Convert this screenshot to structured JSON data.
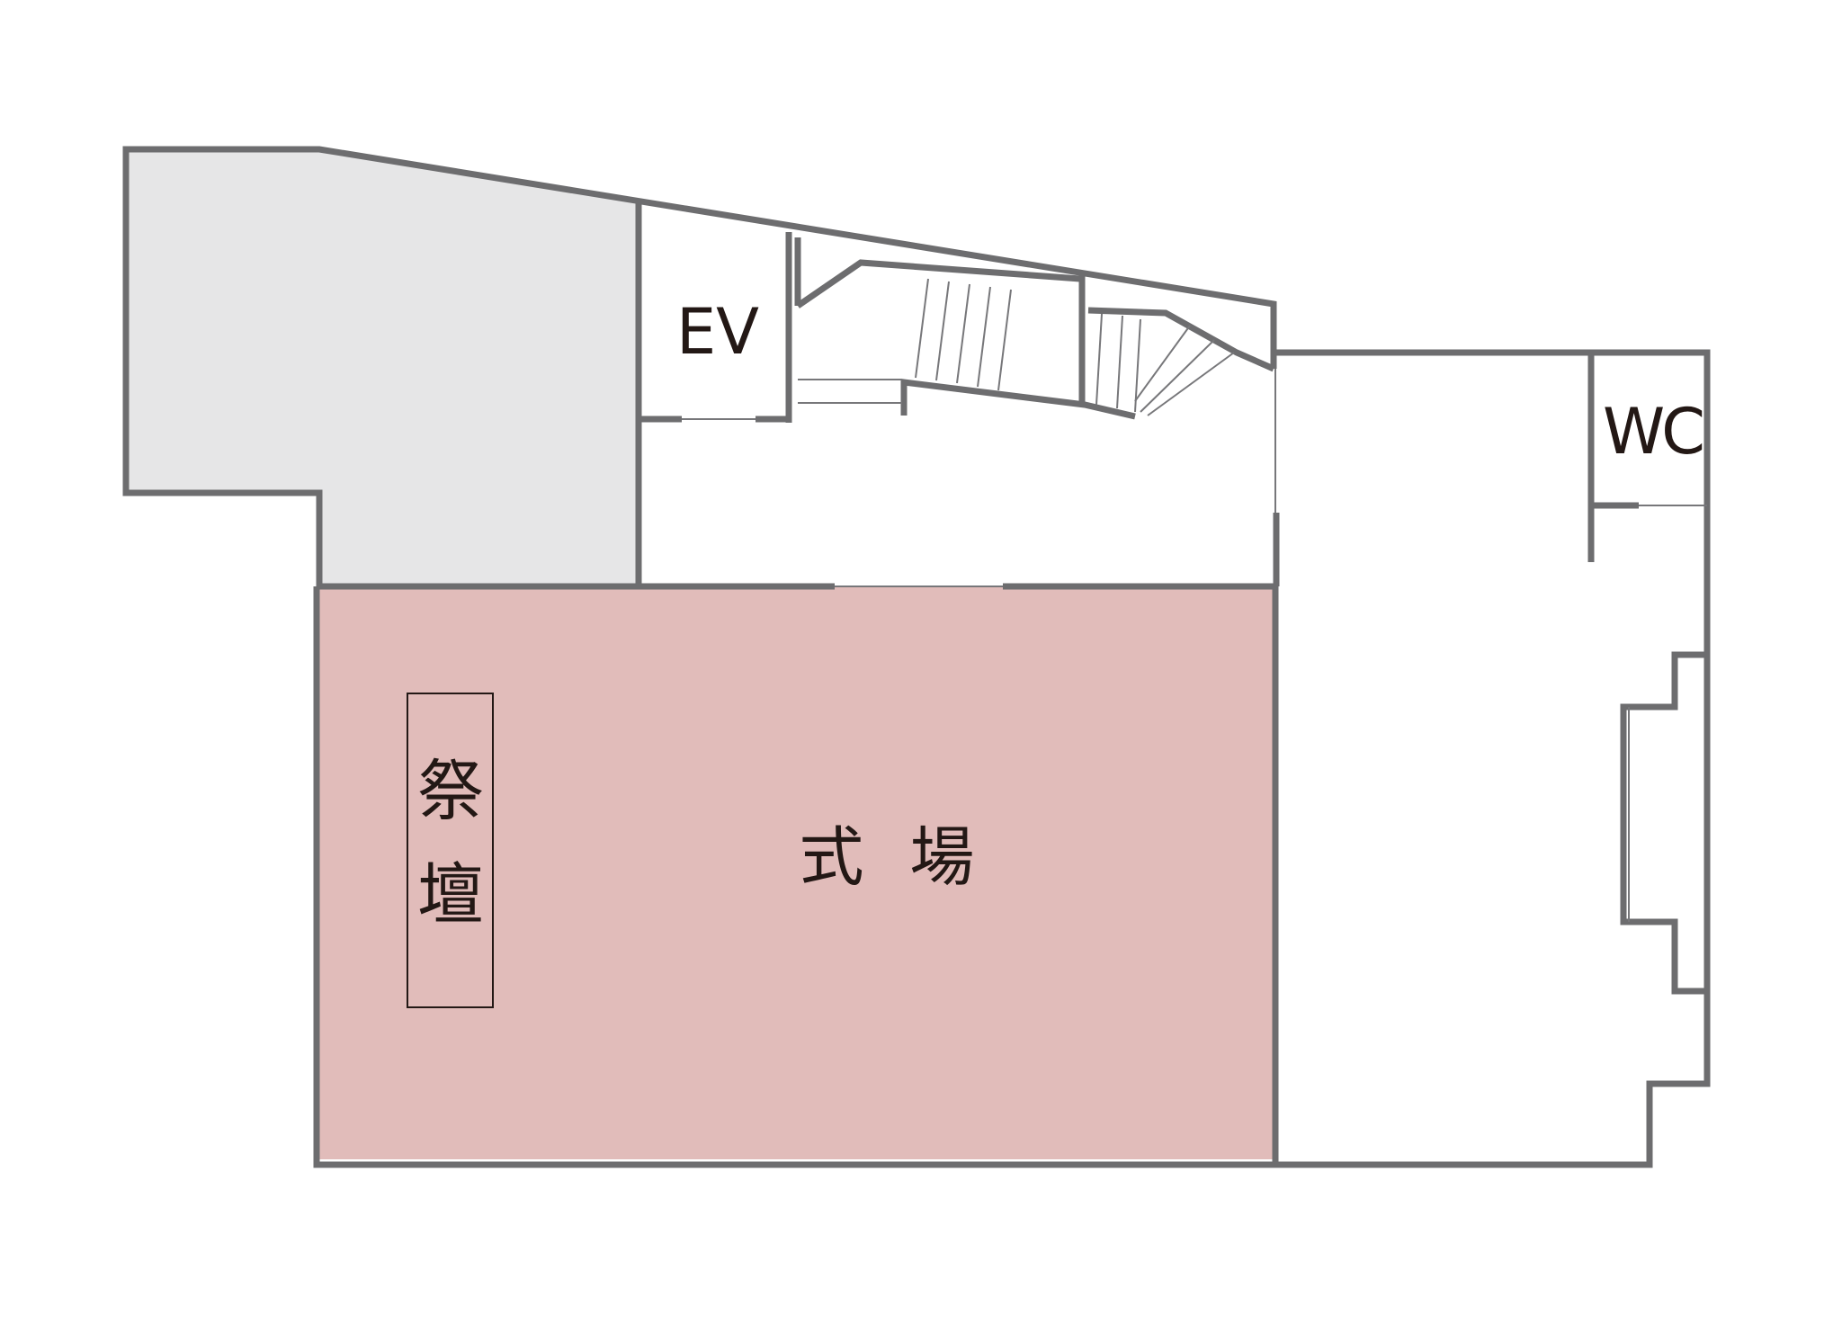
{
  "floor_plan": {
    "colors": {
      "wall": "#6d6d6f",
      "ceremony_hall_fill": "#e1bcba",
      "storage_fill": "#e6e6e7",
      "text": "#231815",
      "background": "#ffffff"
    },
    "rooms": {
      "elevator": {
        "label": "EV"
      },
      "restroom": {
        "label": "WC"
      },
      "ceremony_hall": {
        "label": "式 場"
      },
      "altar": {
        "label_top": "祭",
        "label_bottom": "壇"
      }
    }
  }
}
